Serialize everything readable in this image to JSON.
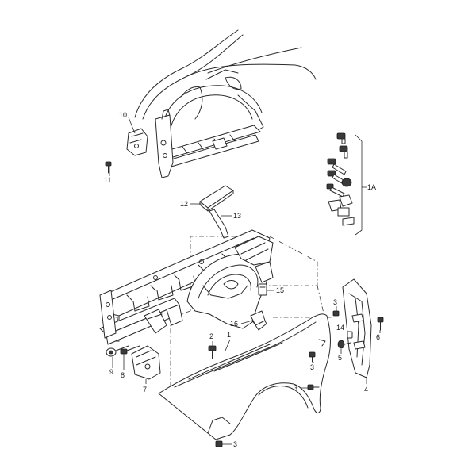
{
  "callouts": {
    "c10": "10",
    "c11": "11",
    "c1a": "1A",
    "c12": "12",
    "c13": "13",
    "c15": "15",
    "c16": "16",
    "c2": "2",
    "c1": "1",
    "c3_top": "3",
    "c14": "14",
    "c5": "5",
    "c6": "6",
    "c4": "4",
    "c3_mid": "3",
    "c3_low": "3",
    "c3_bottom": "3",
    "c9": "9",
    "c8": "8",
    "c7": "7"
  }
}
